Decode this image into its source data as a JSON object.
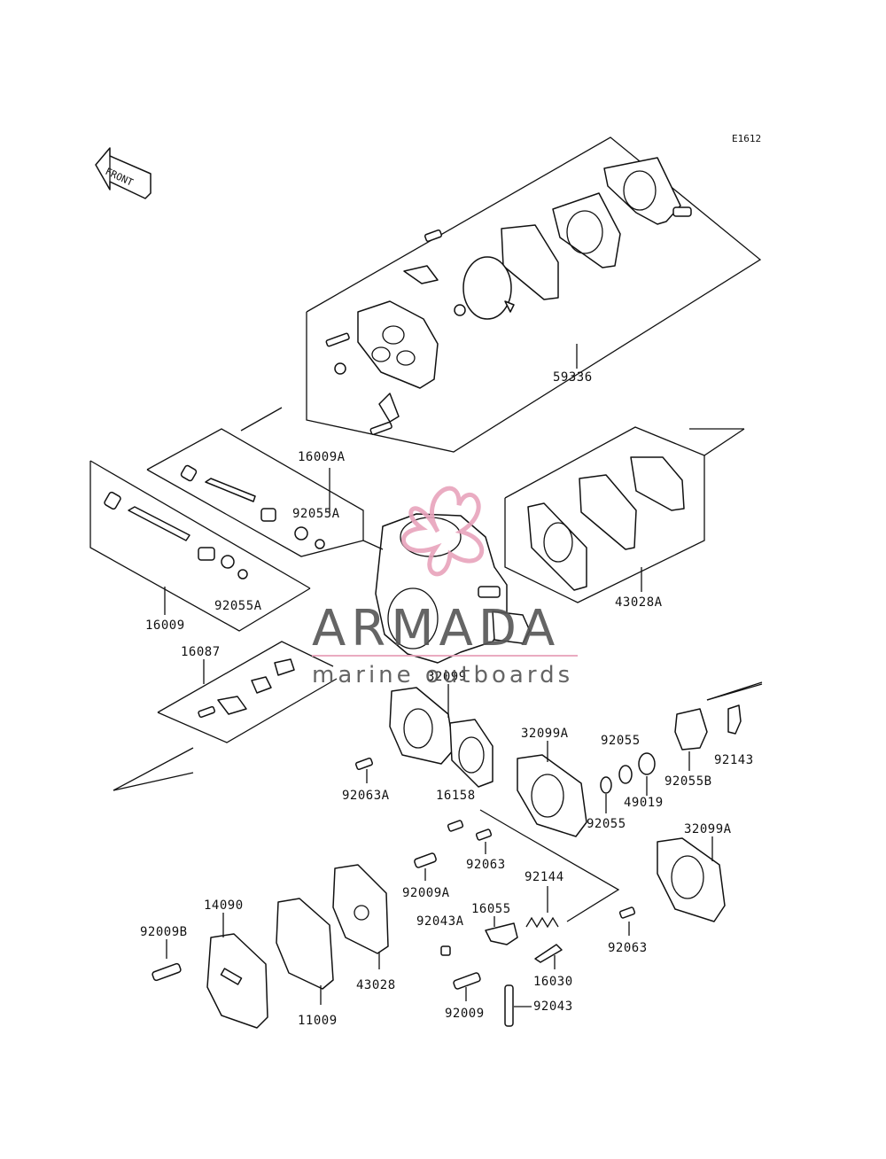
{
  "diagram_code": "E1612",
  "front_label": "FRONT",
  "watermark": {
    "brand": "ARMADA",
    "tagline": "marine outboards",
    "accent_color": "#e8a3bb"
  },
  "part_labels": {
    "p59336": "59336",
    "p16009A": "16009A",
    "p92055A_1": "92055A",
    "p92055A_2": "92055A",
    "p16009": "16009",
    "p43028A": "43028A",
    "p16087": "16087",
    "p32099": "32099",
    "p32099A_1": "32099A",
    "p92055_1": "92055",
    "p92055B": "92055B",
    "p92143": "92143",
    "p92063A": "92063A",
    "p16158": "16158",
    "p49019": "49019",
    "p92055_2": "92055",
    "p92063_1": "92063",
    "p92009A": "92009A",
    "p32099A_2": "32099A",
    "p92144": "92144",
    "p14090": "14090",
    "p92009B": "92009B",
    "p92043A": "92043A",
    "p16055": "16055",
    "p92063_2": "92063",
    "p43028": "43028",
    "p16030": "16030",
    "p11009": "11009",
    "p92009": "92009",
    "p92043": "92043"
  }
}
